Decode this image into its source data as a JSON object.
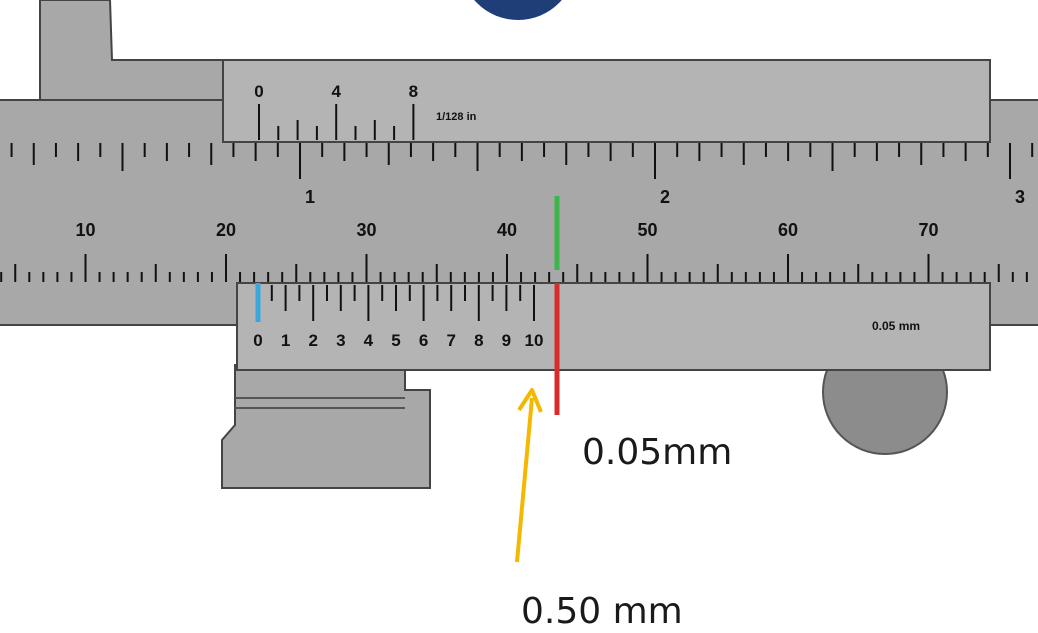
{
  "caliper": {
    "inch_scale": {
      "title": "1/128 in",
      "labels": [
        "0",
        "4",
        "8"
      ],
      "main_labels": [
        "1",
        "2",
        "3"
      ]
    },
    "mm_scale": {
      "labels": [
        "10",
        "20",
        "30",
        "40",
        "50",
        "60",
        "70"
      ]
    },
    "vernier_scale": {
      "labels": [
        "0",
        "1",
        "2",
        "3",
        "4",
        "5",
        "6",
        "7",
        "8",
        "9",
        "10"
      ],
      "resolution_label": "0.05 mm"
    }
  },
  "annotations": {
    "red_label": "0.05mm",
    "yellow_label": "0.50 mm"
  },
  "colors": {
    "blue_marker": "#3aa7dc",
    "green_marker": "#3cb54a",
    "red_marker": "#d92b2b",
    "yellow_arrow": "#f5b800",
    "body": "#a8a8a8",
    "slider": "#b4b4b4",
    "knob": "#8c8c8c",
    "blue_circle": "#1f3e78"
  }
}
